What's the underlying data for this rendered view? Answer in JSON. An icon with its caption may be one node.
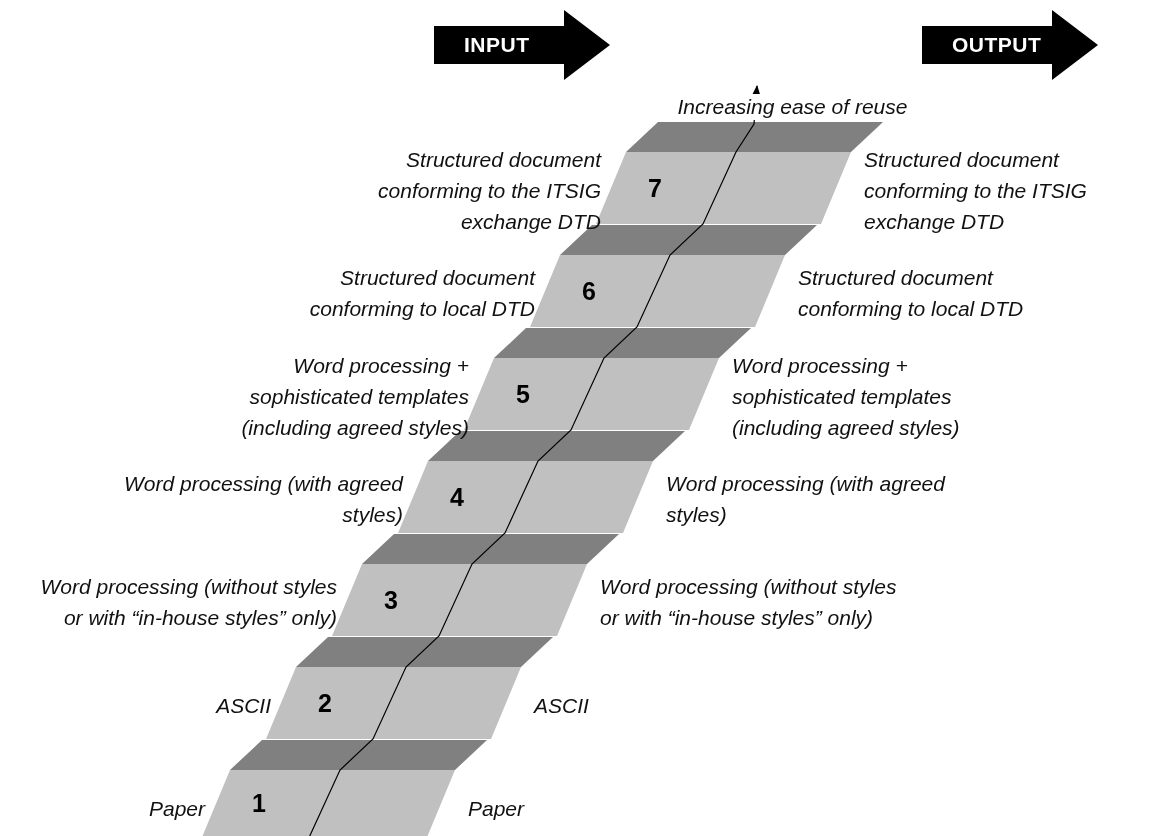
{
  "diagram": {
    "nodes": [
      {
        "text": [
          "INPUT"
        ]
      },
      {
        "text": [
          "OUTPUT"
        ]
      },
      {
        "text": [
          "7"
        ],
        "beside": [
          "Structured document conforming to the ITSIG exchange DTD",
          "Structured document conforming to the ITSIG exchange DTD"
        ]
      },
      {
        "text": [
          "6"
        ],
        "beside": [
          "Structured document conforming to local DTD",
          "Structured document conforming to local DTD"
        ]
      },
      {
        "text": [
          "5"
        ],
        "beside": [
          "Word processing + sophisticated templates (including agreed styles)",
          "Word processing + sophisticated templates (including agreed styles)"
        ]
      },
      {
        "text": [
          "4"
        ],
        "beside": [
          "Word processing (with agreed styles)",
          "Word processing (with agreed styles)"
        ]
      },
      {
        "text": [
          "3"
        ],
        "beside": [
          "Word processing (without styles or with “in-house styles” only)",
          "Word processing (without styles or with “in-house styles” only)"
        ]
      },
      {
        "text": [
          "2"
        ],
        "beside": [
          "ASCII",
          "ASCII"
        ]
      },
      {
        "text": [
          "1"
        ],
        "beside": [
          "Paper",
          "Paper"
        ]
      }
    ],
    "labels": [
      "Increasing ease of reuse"
    ]
  }
}
